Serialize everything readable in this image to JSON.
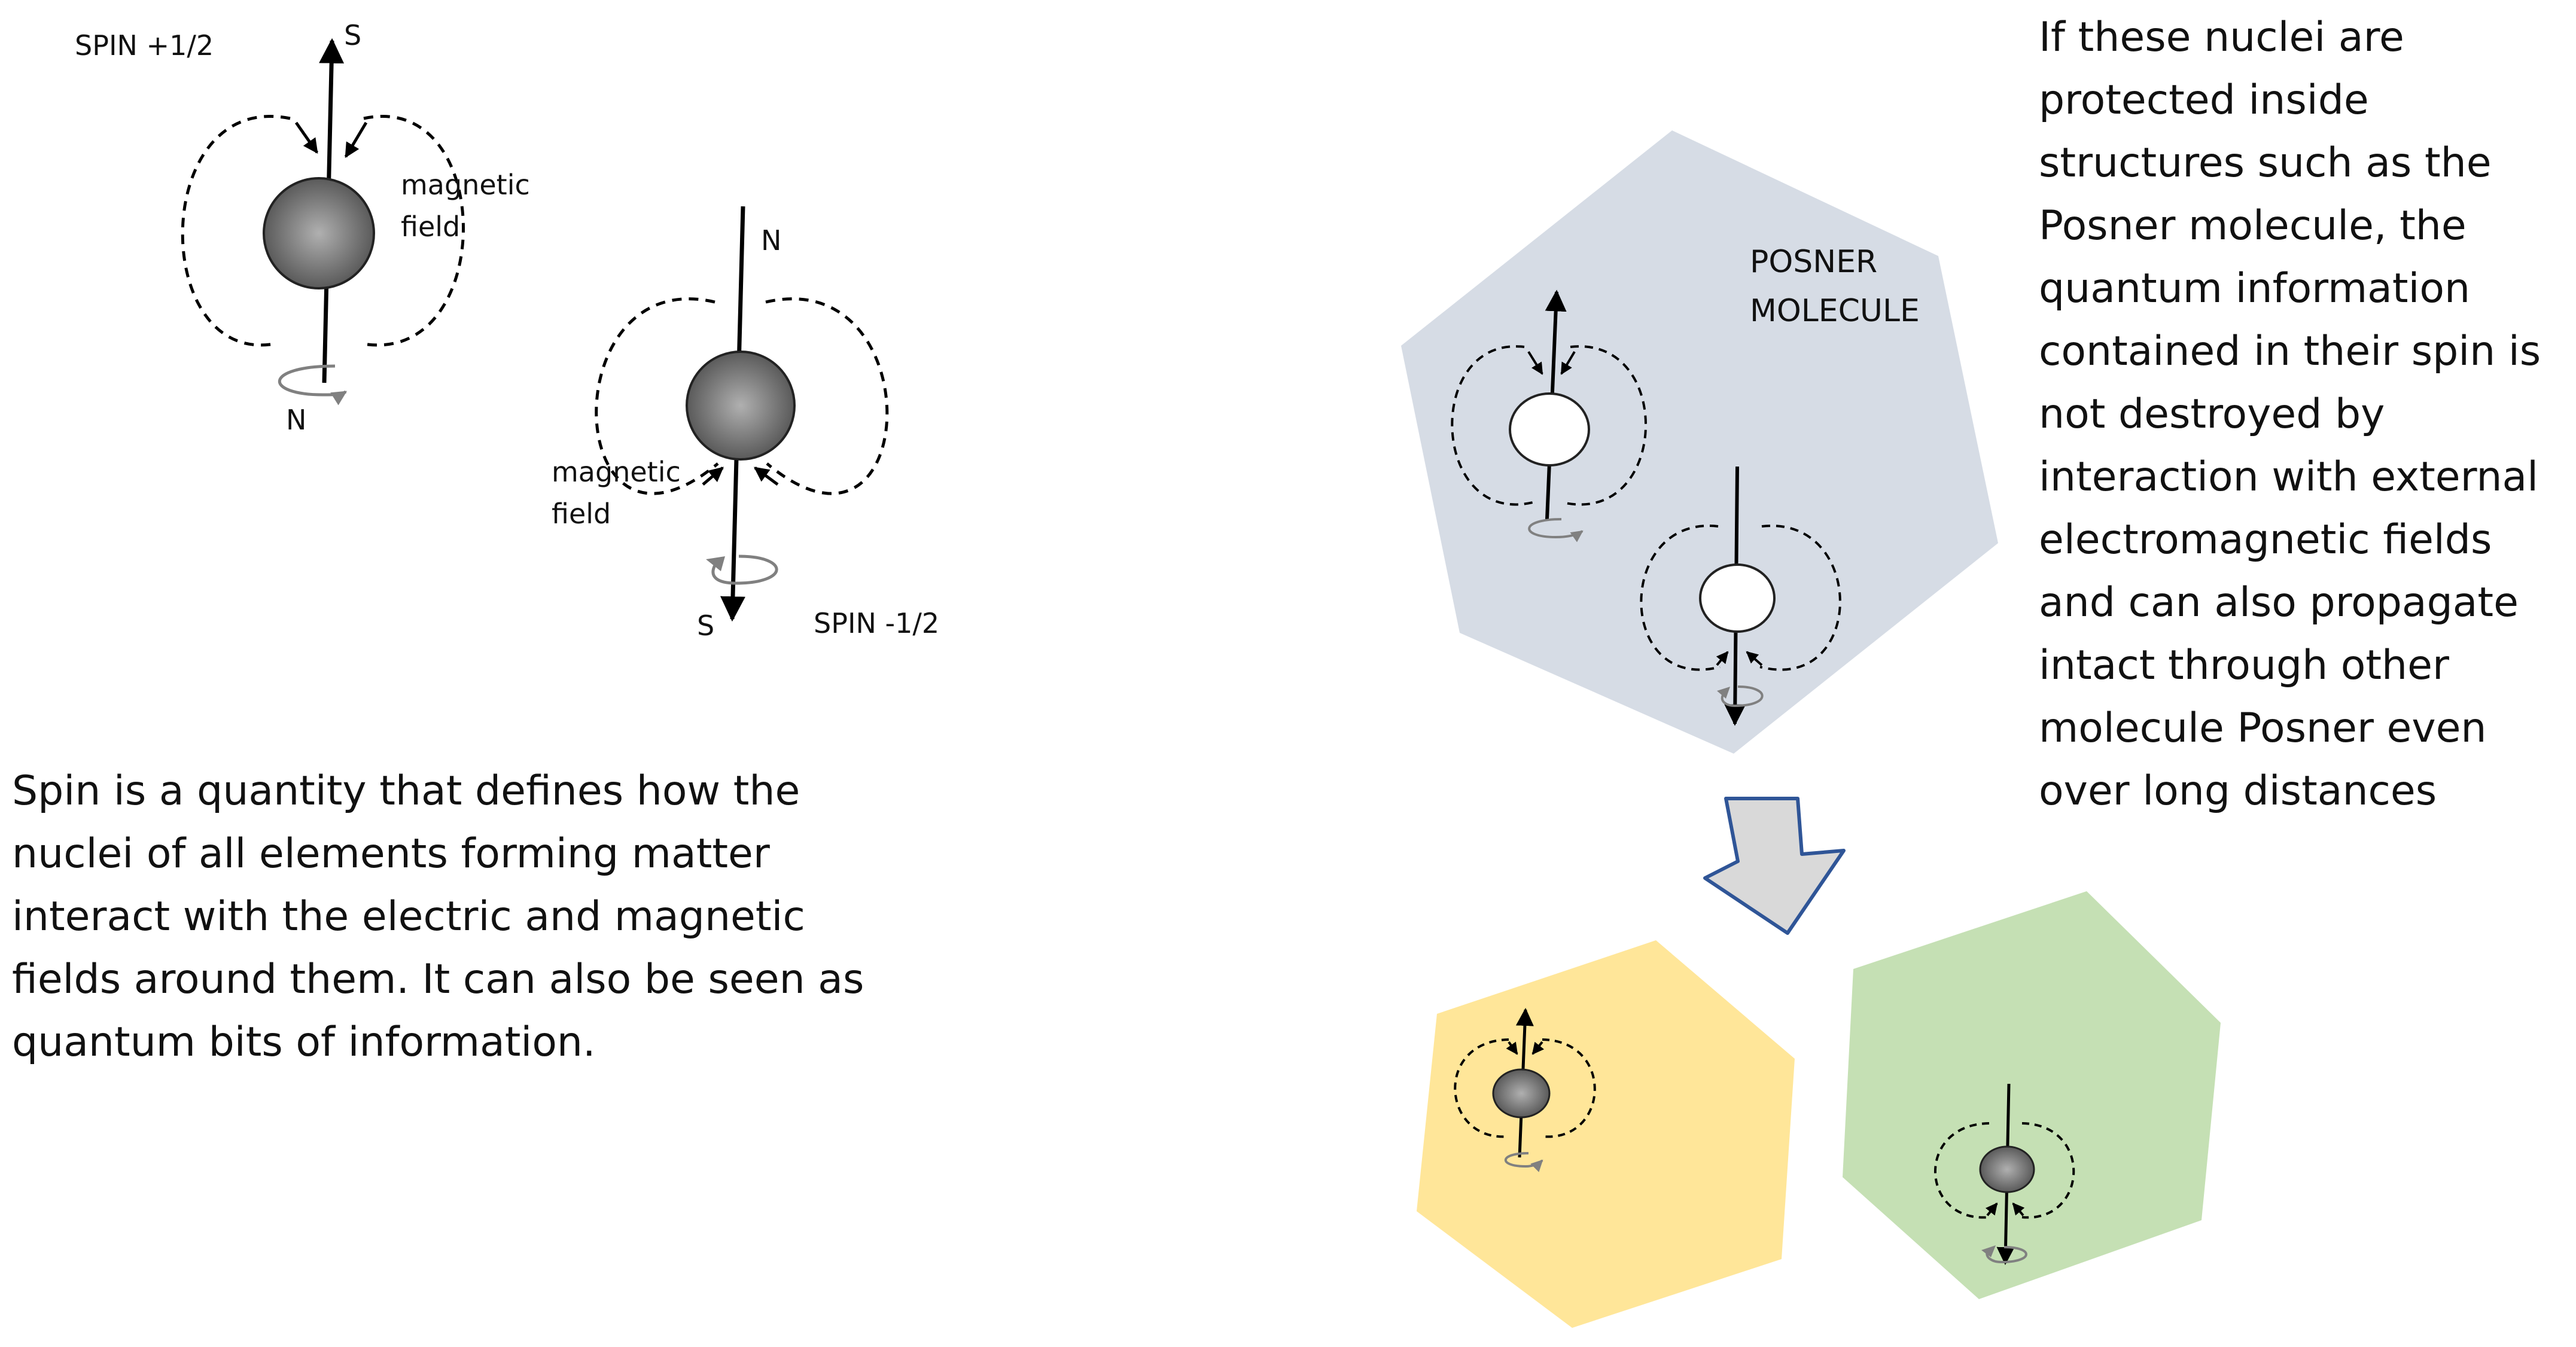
{
  "labels": {
    "spin_up": "SPIN +1/2",
    "spin_down": "SPIN -1/2",
    "s": "S",
    "n": "N",
    "magnetic": "magnetic",
    "field": "field",
    "posner_line1": "POSNER",
    "posner_line2": "MOLECULE"
  },
  "left_text": [
    "Spin is a quantity that defines how the",
    "nuclei of all elements forming matter",
    "interact with the electric and magnetic",
    "fields around them. It can also be seen as",
    "quantum bits of information."
  ],
  "right_text": [
    "If these nuclei are",
    "protected inside",
    "structures such as the",
    "Posner molecule, the",
    "quantum information",
    "contained in their spin is",
    "not destroyed by",
    "interaction with external",
    "electromagnetic fields",
    "and can also propagate",
    "intact through other",
    "molecule Posner even",
    "over long distances"
  ],
  "colors": {
    "posner_fill": "#d6dce5",
    "yellow_fill": "#ffe699",
    "green_fill": "#c5e0b4",
    "arrow_fill": "#d9d9d9",
    "arrow_stroke": "#2f5597"
  }
}
